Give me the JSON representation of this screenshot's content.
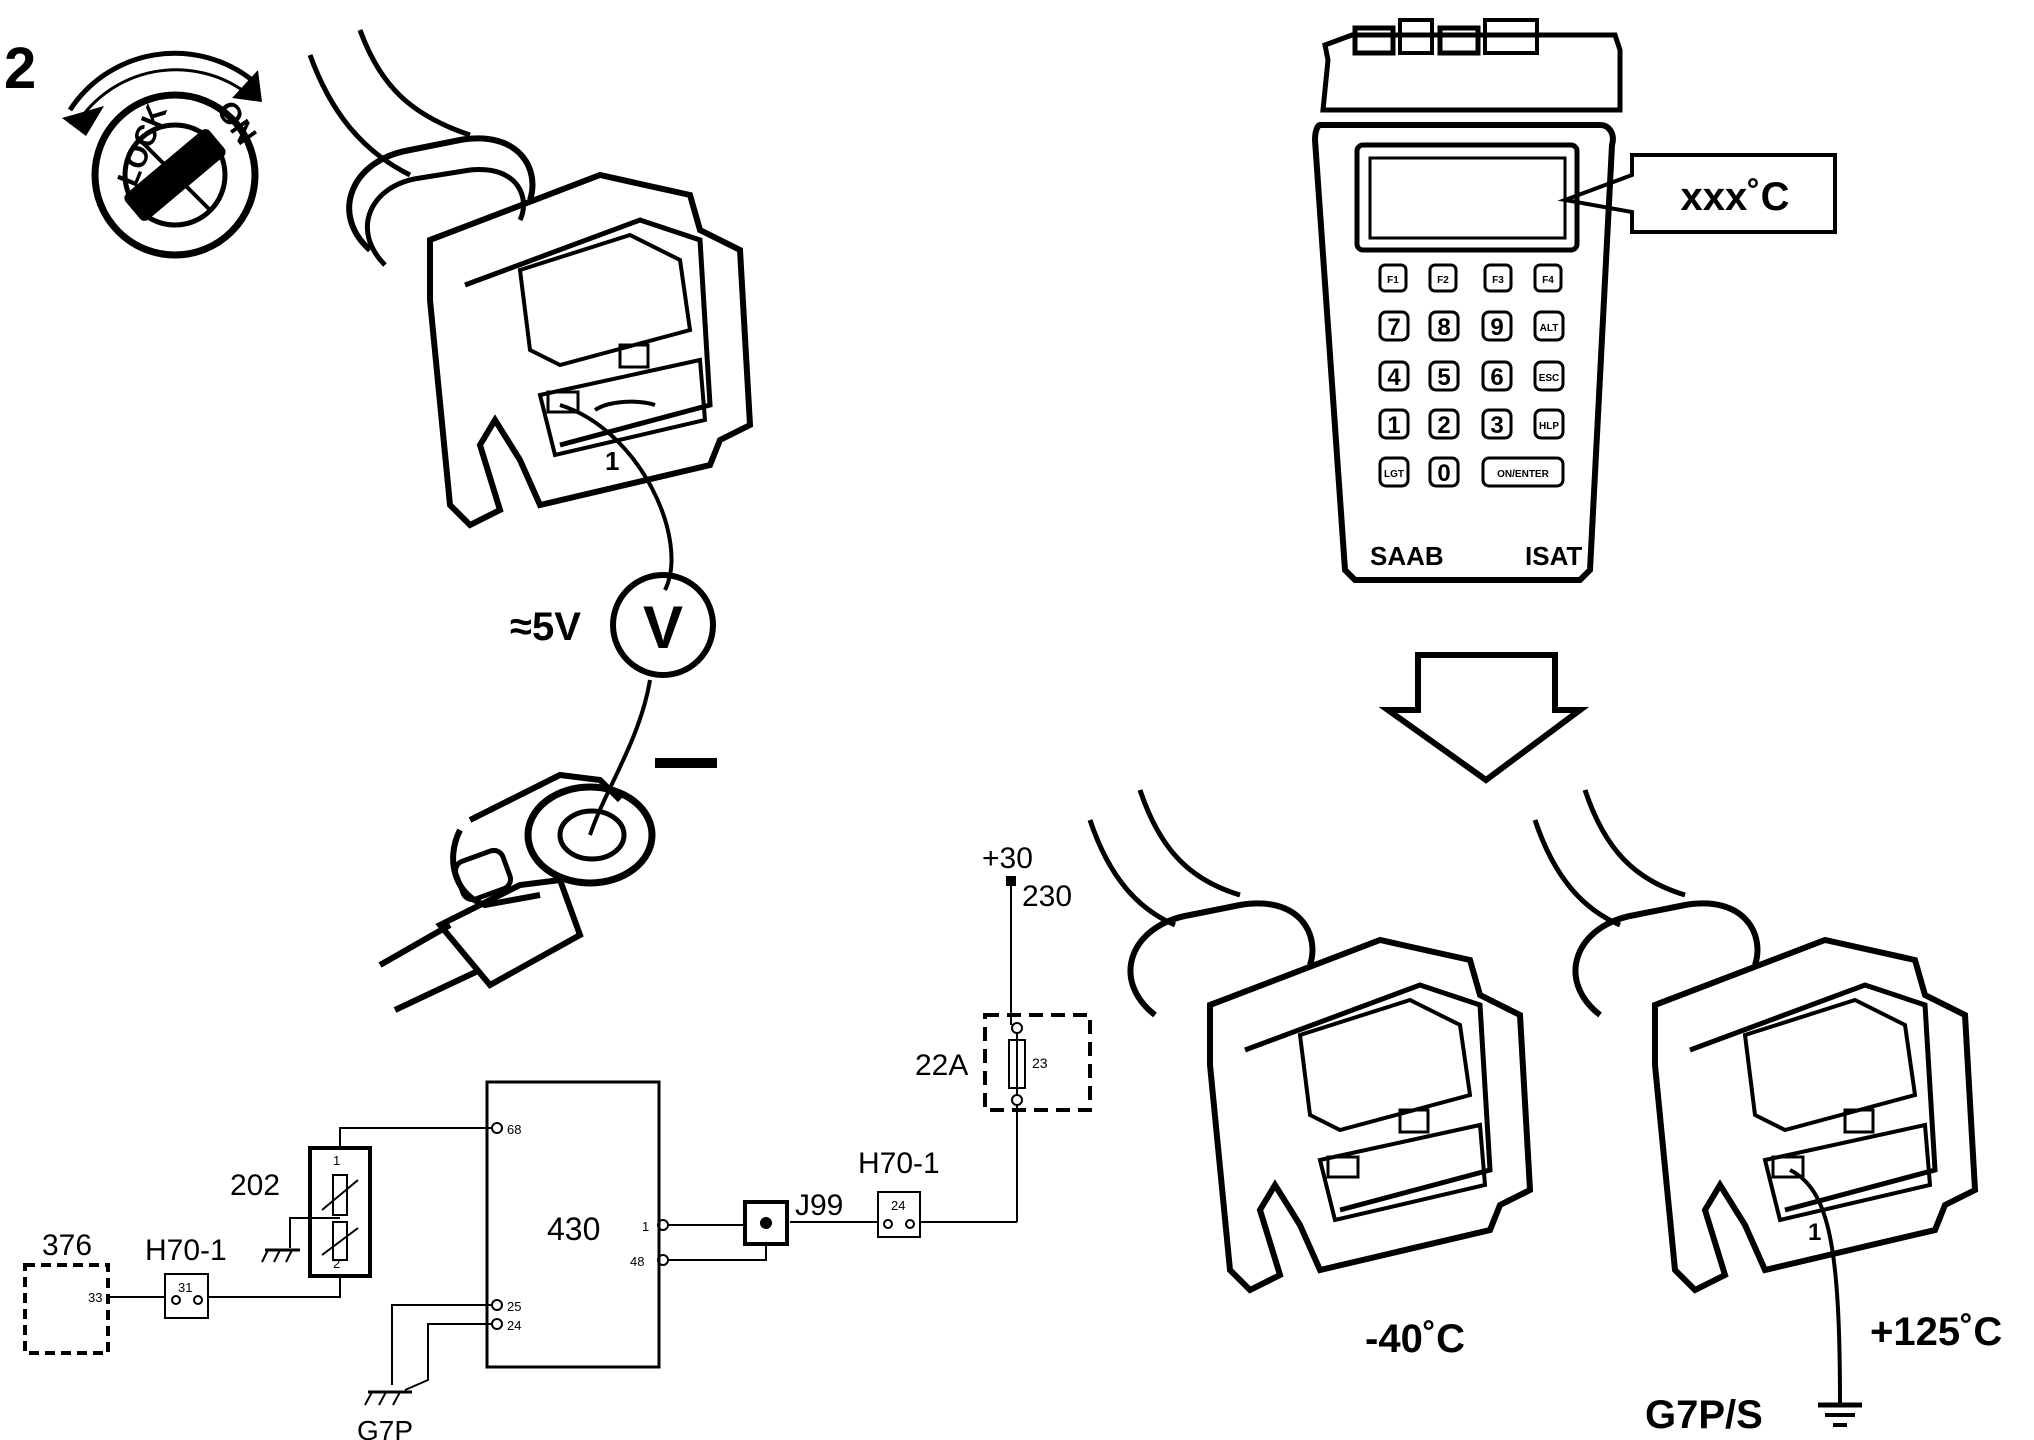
{
  "step": {
    "number": "2"
  },
  "ignition": {
    "lock_label": "LOCK",
    "on_label": "ON"
  },
  "voltmeter": {
    "symbol": "V",
    "reading": "≈5V",
    "negative_sign": "−"
  },
  "connector_left": {
    "pin_label": "1"
  },
  "tester": {
    "display_value": "xxx˚C",
    "brand": "SAAB",
    "model": "ISAT",
    "function_keys": [
      "F1",
      "F2",
      "F3",
      "F4"
    ],
    "keypad_rows": [
      [
        "7",
        "8",
        "9",
        "ALT"
      ],
      [
        "4",
        "5",
        "6",
        "ESC"
      ],
      [
        "1",
        "2",
        "3",
        "HLP"
      ],
      [
        "LGT",
        "0",
        "ON/ENTER"
      ]
    ]
  },
  "results": {
    "cold_label": "-40˚C",
    "hot_label": "+125˚C",
    "ground_label": "G7P/S",
    "pin_label": "1"
  },
  "schematic": {
    "supply": "+30",
    "supply_wire": "230",
    "fuse_box": "22A",
    "fuse_number": "23",
    "connector_top": "H70-1",
    "connector_top_pin": "24",
    "junction": "J99",
    "ecu": "430",
    "ecu_pins": {
      "p68": "68",
      "p1": "1",
      "p48": "48",
      "p25": "25",
      "p24": "24"
    },
    "sensor": "202",
    "sensor_pins": {
      "top": "1",
      "bottom": "2"
    },
    "connector_bottom": "H70-1",
    "connector_bottom_pin": "31",
    "instrument": "376",
    "instrument_pin": "33",
    "ground": "G7P"
  }
}
